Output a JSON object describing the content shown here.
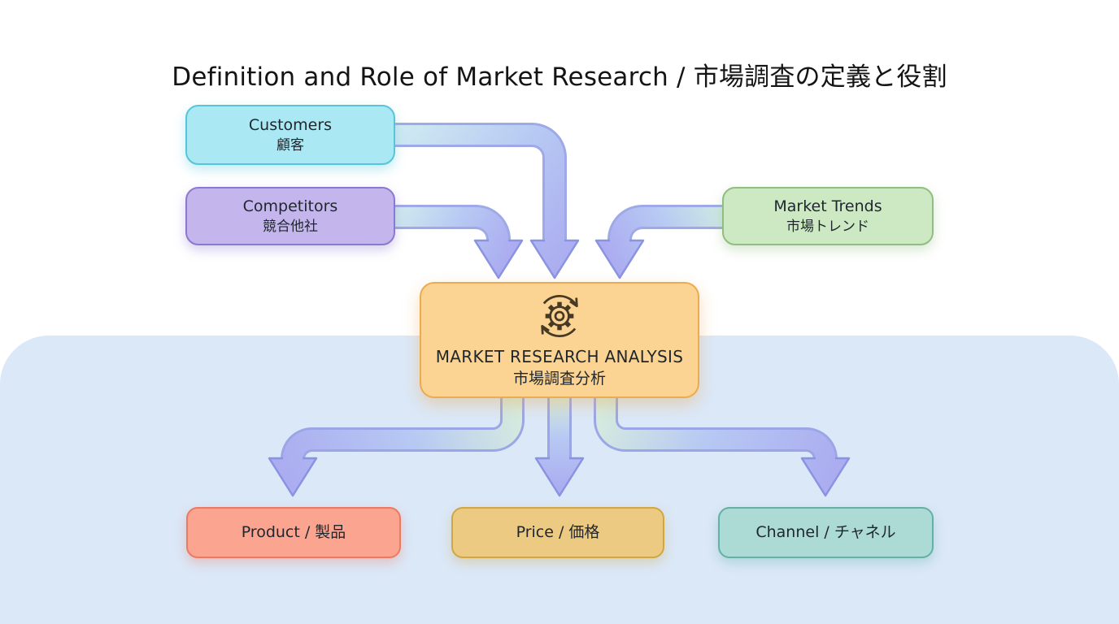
{
  "title": "Definition and Role of Market Research / 市場調査の定義と役割",
  "nodes": {
    "customers": {
      "line1": "Customers",
      "line2": "顧客",
      "fill": "#aae8f3",
      "border": "#56c5d9"
    },
    "competitors": {
      "line1": "Competitors",
      "line2": "競合他社",
      "fill": "#c4b6ed",
      "border": "#8a79cf"
    },
    "market_trends": {
      "line1": "Market Trends",
      "line2": "市場トレンド",
      "fill": "#cde9c3",
      "border": "#90bd80"
    },
    "analysis": {
      "icon": "gear-sync-icon",
      "line1": "MARKET RESEARCH ANALYSIS",
      "line2": "市場調査分析",
      "fill": "#fbd392",
      "border": "#ecaa51"
    },
    "product": {
      "label": "Product / 製品",
      "fill": "#fba590",
      "border": "#ea7a61"
    },
    "price": {
      "label": "Price / 価格",
      "fill": "#ecca81",
      "border": "#cfa845"
    },
    "channel": {
      "label": "Channel / チャネル",
      "fill": "#acdad4",
      "border": "#62b1a7"
    }
  },
  "arrows": [
    {
      "from": "customers",
      "to": "analysis"
    },
    {
      "from": "competitors",
      "to": "analysis"
    },
    {
      "from": "market_trends",
      "to": "analysis"
    },
    {
      "from": "analysis",
      "to": "product"
    },
    {
      "from": "analysis",
      "to": "price"
    },
    {
      "from": "analysis",
      "to": "channel"
    }
  ],
  "colors": {
    "background": "#ffffff",
    "panel": "#dbe8f8",
    "arrow_start": "#cfeaf2",
    "arrow_mid": "#b7c9f3",
    "arrow_end": "#abadf0",
    "arrow_outline": "#8f9ae4",
    "icon": "#473a25",
    "text": "#1f262e",
    "title_text": "#141414"
  }
}
